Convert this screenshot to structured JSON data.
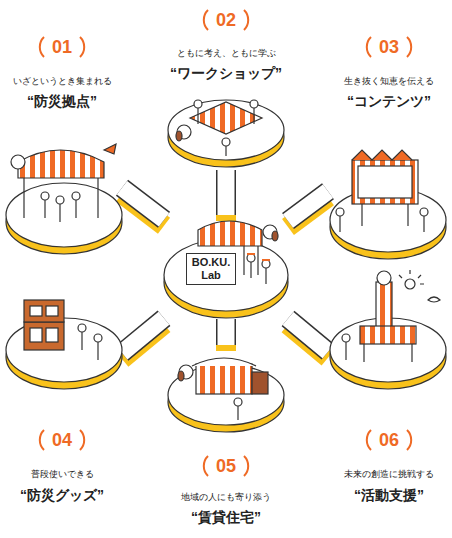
{
  "diagram": {
    "nodes": [
      {
        "text": [
          "01",
          "いざというとき集まれる",
          "“防災拠点”"
        ]
      },
      {
        "text": [
          "02",
          "ともに考え、ともに学ぶ",
          "“ワークショップ”"
        ]
      },
      {
        "text": [
          "03",
          "生き抜く知恵を伝える",
          "“コンテンツ”"
        ]
      },
      {
        "text": [
          "BO.KU. Lab"
        ]
      },
      {
        "text": [
          "04",
          "普段使いできる",
          "“防災グッズ”"
        ]
      },
      {
        "text": [
          "05",
          "地域の人にも寄り添う",
          "“賃貸住宅”"
        ]
      },
      {
        "text": [
          "06",
          "未来の創造に挑戦する",
          "“活動支援”"
        ]
      }
    ],
    "edges": [
      {
        "from": 3,
        "to": 0,
        "arrow": "none"
      },
      {
        "from": 3,
        "to": 1,
        "arrow": "none"
      },
      {
        "from": 3,
        "to": 2,
        "arrow": "none"
      },
      {
        "from": 3,
        "to": 4,
        "arrow": "none"
      },
      {
        "from": 3,
        "to": 5,
        "arrow": "none"
      },
      {
        "from": 3,
        "to": 6,
        "arrow": "none"
      }
    ]
  }
}
